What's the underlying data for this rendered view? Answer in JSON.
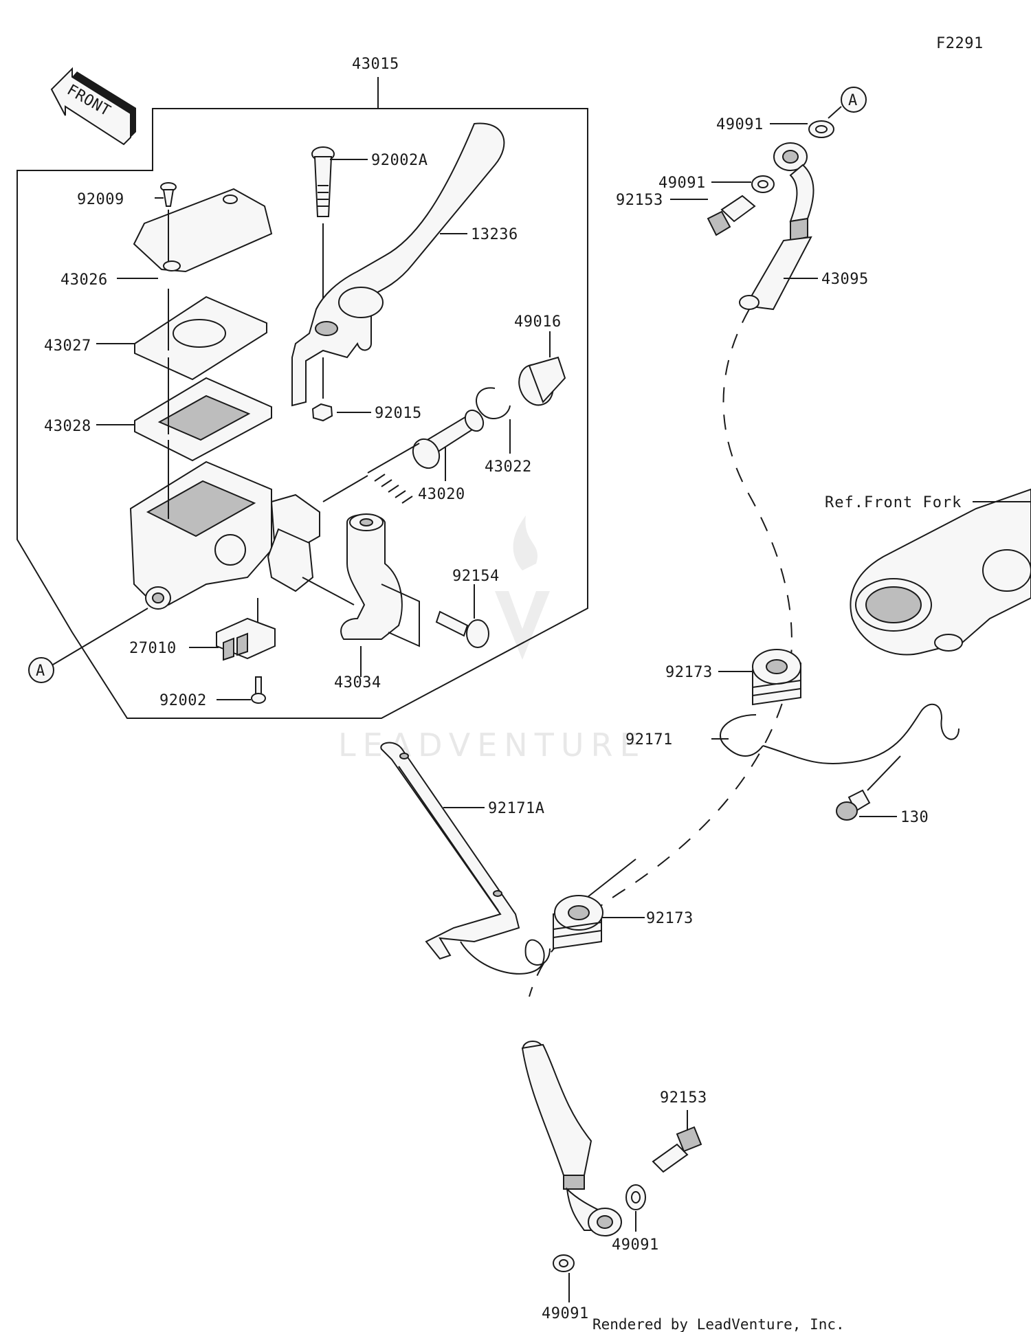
{
  "diagram_code": "F2291",
  "front_arrow_label": "FRONT",
  "ref_label": "Ref.Front Fork",
  "footer_text": "Rendered by LeadVenture, Inc.",
  "watermark_text": "LEADVENTURE",
  "callout_letter": "A",
  "part_numbers": {
    "p43015": "43015",
    "p92002A": "92002A",
    "p13236": "13236",
    "p92009": "92009",
    "p43026": "43026",
    "p43027": "43027",
    "p43028": "43028",
    "p49016": "49016",
    "p92015": "92015",
    "p43022": "43022",
    "p43020": "43020",
    "p92154": "92154",
    "p27010": "27010",
    "p92002": "92002",
    "p43034": "43034",
    "p49091_top1": "49091",
    "p49091_top2": "49091",
    "p92153_top": "92153",
    "p43095": "43095",
    "p92173_upper": "92173",
    "p92171": "92171",
    "p130": "130",
    "p92171A": "92171A",
    "p92173_lower": "92173",
    "p92153_bottom": "92153",
    "p49091_bottom1": "49091",
    "p49091_bottom2": "49091"
  }
}
